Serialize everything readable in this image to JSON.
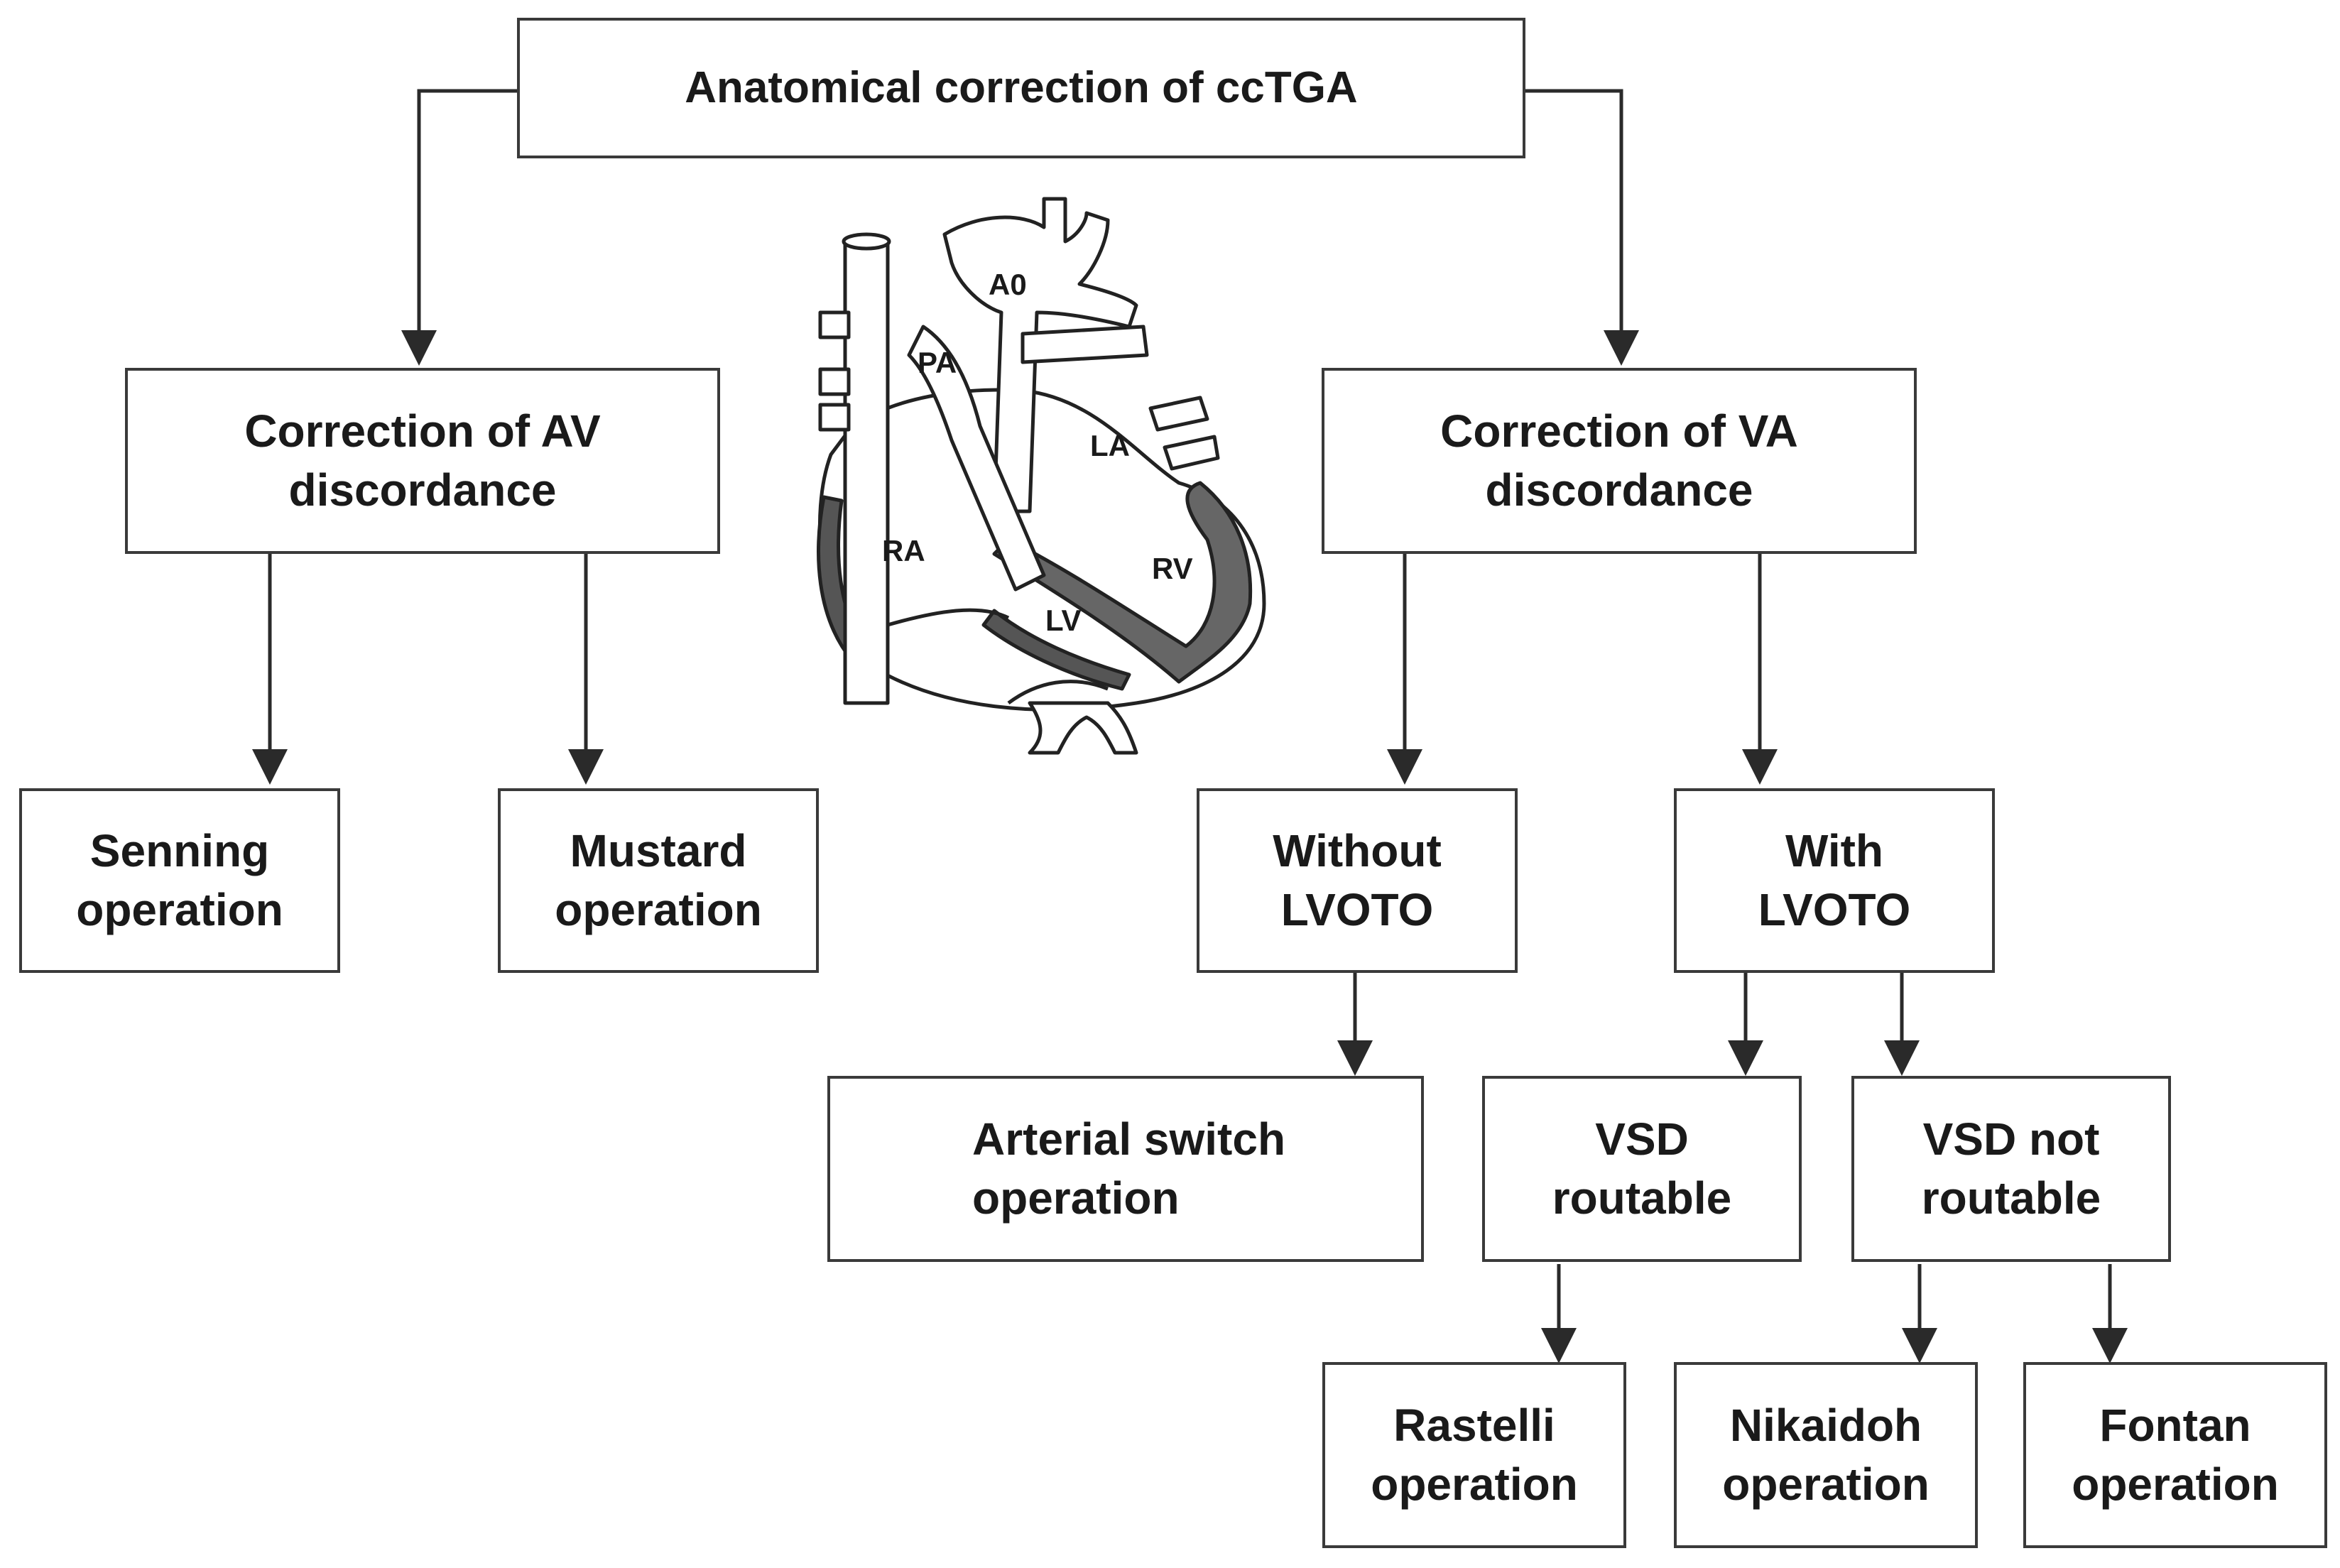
{
  "title": "Anatomical correction of ccTGA",
  "level1": {
    "av": {
      "line1": "Correction of AV",
      "line2": "discordance"
    },
    "va": {
      "line1": "Correction of VA",
      "line2": "discordance"
    }
  },
  "av_children": {
    "senning": {
      "line1": "Senning",
      "line2": "operation"
    },
    "mustard": {
      "line1": "Mustard",
      "line2": "operation"
    }
  },
  "va_children": {
    "without_lvoto": {
      "line1": "Without",
      "line2": "LVOTO"
    },
    "with_lvoto": {
      "line1": "With",
      "line2": "LVOTO"
    }
  },
  "arterial_switch": {
    "line1": "Arterial switch",
    "line2": "operation"
  },
  "vsd": {
    "routable": {
      "line1": "VSD",
      "line2": "routable"
    },
    "not_routable": {
      "line1": "VSD not",
      "line2": "routable"
    }
  },
  "leaves": {
    "rastelli": {
      "line1": "Rastelli",
      "line2": "operation"
    },
    "nikaidoh": {
      "line1": "Nikaidoh",
      "line2": "operation"
    },
    "fontan": {
      "line1": "Fontan",
      "line2": "operation"
    }
  },
  "heart_labels": {
    "ao": "A0",
    "pa": "PA",
    "la": "LA",
    "ra": "RA",
    "rv": "RV",
    "lv": "LV"
  }
}
